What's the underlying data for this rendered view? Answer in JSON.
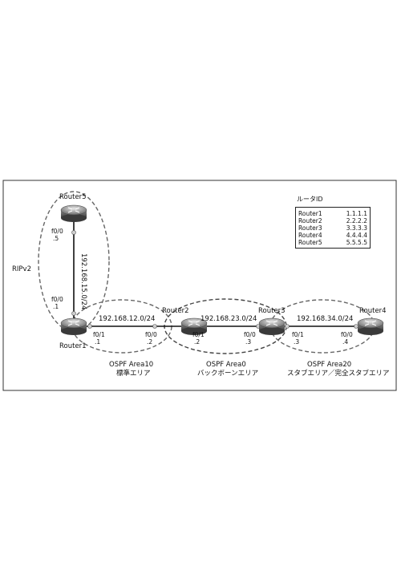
{
  "routers": [
    {
      "name": "Router5"
    },
    {
      "name": "Router1"
    },
    {
      "name": "Router2"
    },
    {
      "name": "Router3"
    },
    {
      "name": "Router4"
    }
  ],
  "networks": {
    "r1_r5": "192.168.15.0/24",
    "r1_r2": "192.168.12.0/24",
    "r2_r3": "192.168.23.0/24",
    "r3_r4": "192.168.34.0/24"
  },
  "interfaces": {
    "r5_if": "f0/0",
    "r5_ip": ".5",
    "r1_up_if": "f0/0",
    "r1_up_ip": ".1",
    "r1_right_if": "f0/1",
    "r1_right_ip": ".1",
    "r2_left_if": "f0/0",
    "r2_left_ip": ".2",
    "r2_right_if": "f0/1",
    "r2_right_ip": ".2",
    "r3_left_if": "f0/0",
    "r3_left_ip": ".3",
    "r3_right_if": "f0/1",
    "r3_right_ip": ".3",
    "r4_if": "f0/0",
    "r4_ip": ".4"
  },
  "areas": {
    "rip": "RIPv2",
    "area10_name": "OSPF Area10",
    "area10_type": "標準エリア",
    "area0_name": "OSPF Area0",
    "area0_type": "バックボーンエリア",
    "area20_name": "OSPF Area20",
    "area20_type": "スタブエリア／完全スタブエリア"
  },
  "router_id_table": {
    "title": "ルータID",
    "rows": [
      {
        "router": "Router1",
        "id": "1.1.1.1"
      },
      {
        "router": "Router2",
        "id": "2.2.2.2"
      },
      {
        "router": "Router3",
        "id": "3.3.3.3"
      },
      {
        "router": "Router4",
        "id": "4.4.4.4"
      },
      {
        "router": "Router5",
        "id": "5.5.5.5"
      }
    ]
  }
}
